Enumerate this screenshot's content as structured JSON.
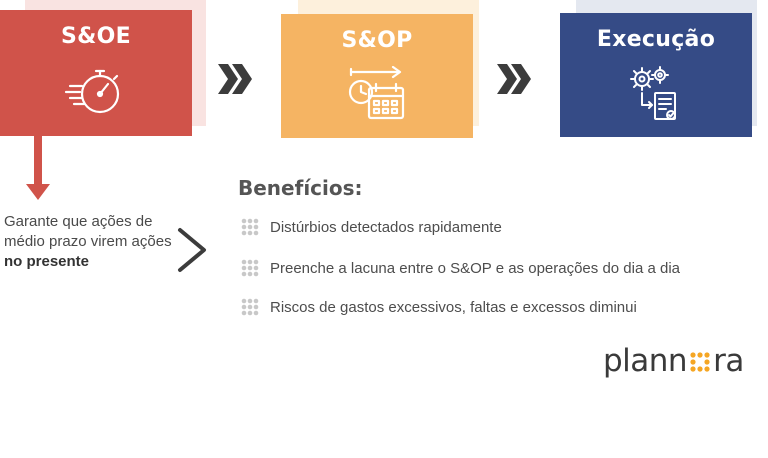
{
  "stages": [
    {
      "id": "soe",
      "title": "S&OE",
      "icon": "stopwatch-icon",
      "color": "#d0534a"
    },
    {
      "id": "sop",
      "title": "S&OP",
      "icon": "calendar-clock-icon",
      "color": "#f5b463"
    },
    {
      "id": "exec",
      "title": "Execução",
      "icon": "gears-document-icon",
      "color": "#354b86"
    }
  ],
  "description": {
    "text": "Garante que ações de médio prazo virem ações",
    "emphasis": "no presente"
  },
  "benefits": {
    "title": "Benefícios:",
    "items": [
      "Distúrbios detectados rapidamente",
      "Preenche a lacuna entre o S&OP e as operações do dia a dia",
      "Riscos de gastos excessivos, faltas e excessos diminui"
    ]
  },
  "logo": {
    "left": "plann",
    "right": "ra",
    "dot_color": "#f5a623"
  }
}
